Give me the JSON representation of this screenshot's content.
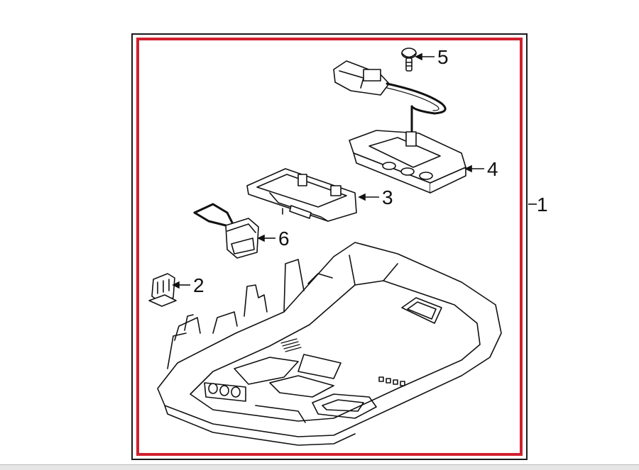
{
  "colors": {
    "frame_outer": "#1a1a1a",
    "frame_inner": "#d1202f",
    "line": "#111111"
  },
  "callouts": {
    "assembly": "1",
    "clip": "2",
    "bracket": "3",
    "module": "4",
    "screw": "5",
    "harness": "6"
  }
}
